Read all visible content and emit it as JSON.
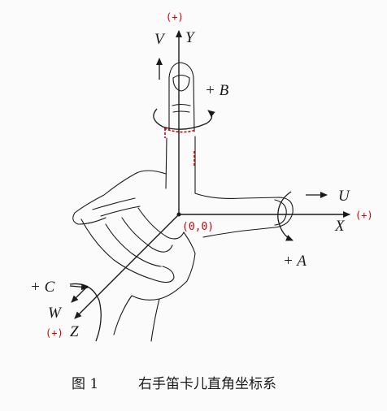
{
  "colors": {
    "line": "#1a1a1a",
    "highlight": "#d40000",
    "background": "#fbfbfb"
  },
  "labels": {
    "y_positive": "(+)",
    "v_axis": "V",
    "y_axis": "Y",
    "b_rotation": "+ B",
    "u_axis": "U",
    "x_axis": "X",
    "x_positive": "(+)",
    "a_rotation": "+ A",
    "origin": "(0,0)",
    "c_rotation": "+ C",
    "w_axis": "W",
    "z_positive": "(+)",
    "z_axis": "Z"
  },
  "caption": {
    "figure": "图 1",
    "title": "右手笛卡儿直角坐标系"
  }
}
